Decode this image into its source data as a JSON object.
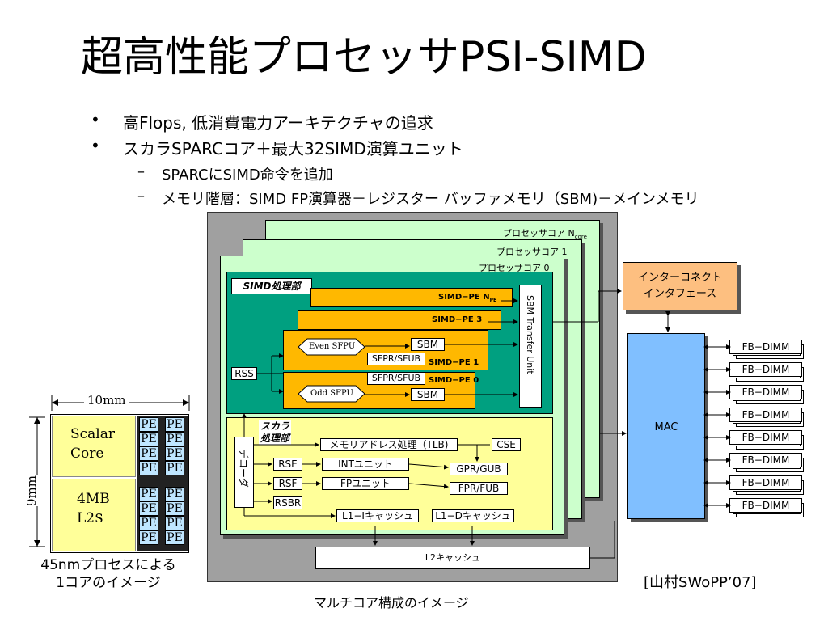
{
  "title": "超高性能プロセッサPSI-SIMD",
  "bullets": [
    {
      "marker": "•",
      "text": "高Flops, 低消費電力アーキテクチャの追求"
    },
    {
      "marker": "•",
      "text": "スカラSPARCコア＋最大32SIMD演算ユニット"
    },
    {
      "marker": "–",
      "text": "SPARCにSIMD命令を追加"
    },
    {
      "marker": "–",
      "text": "メモリ階層：SIMD FP演算器－レジスター バッファメモリ（SBM)－メインメモリ"
    }
  ],
  "chip": {
    "width_label": "10mm",
    "height_label": "9mm",
    "scalar_core": [
      "Scalar",
      "Core"
    ],
    "l2": [
      "4MB",
      "L2$"
    ],
    "pe_label": "PE",
    "caption": [
      "45nmプロセスによる",
      "1コアのイメージ"
    ]
  },
  "multicore": {
    "core_n_label": "プロセッサコア N",
    "core_n_sub": "core",
    "core_1_label": "プロセッサコア 1",
    "core_0_label": "プロセッサコア 0",
    "simd_title": "SIMD処理部",
    "pe_n_label": "SIMD−PE N",
    "pe_n_sub": "PE",
    "pe_3_label": "SIMD−PE 3",
    "pe_1_label": "SIMD−PE 1",
    "pe_0_label": "SIMD−PE 0",
    "even_sfpu": "Even SFPU",
    "odd_sfpu": "Odd SFPU",
    "sbm": "SBM",
    "sfpr": "SFPR/SFUB",
    "rss": "RSS",
    "sbm_transfer": "SBM Transfer Unit",
    "scalar_title": [
      "スカラ",
      "処理部"
    ],
    "decoder": "デコーダ",
    "mem_addr": "メモリアドレス処理（TLB)",
    "cse": "CSE",
    "rse": "RSE",
    "int_unit": "INTユニット",
    "gpr": "GPR/GUB",
    "rsf": "RSF",
    "fp_unit": "FPユニット",
    "fpr": "FPR/FUB",
    "rsbr": "RSBR",
    "l1i": "L1−Iキャッシュ",
    "l1d": "L1−Dキャッシュ",
    "l2": "L2キャッシュ",
    "interconnect": [
      "インターコネクト",
      "インタフェース"
    ],
    "mac": "MAC",
    "fbdimm": [
      "FB−DIMM",
      "FB−DIMM",
      "FB−DIMM",
      "FB−DIMM",
      "FB−DIMM",
      "FB−DIMM",
      "FB−DIMM",
      "FB−DIMM"
    ],
    "caption": "マルチコア構成のイメージ"
  },
  "citation": "[山村SWoPP’07]",
  "colors": {
    "outer_gray": "#a0a0a0",
    "core_green": "#ccffcc",
    "simd_teal": "#00a080",
    "pe_orange": "#ffb800",
    "scalar_yellow": "#ffff99",
    "interconnect_orange": "#fdbf80",
    "mac_blue": "#80bfff",
    "pe_blue": "#bfe6ff",
    "chip_yellow": "#ffff99"
  }
}
